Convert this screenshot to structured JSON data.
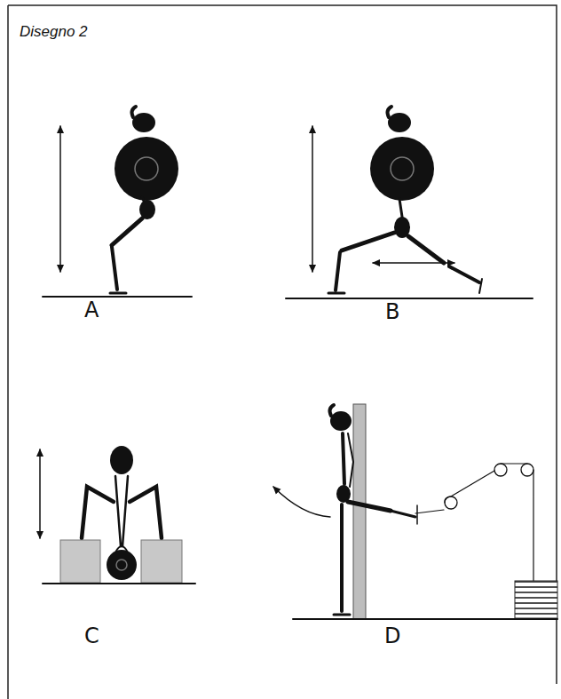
{
  "diagram": {
    "title": "Disegno 2",
    "labels": [
      "A",
      "B",
      "C",
      "D"
    ]
  }
}
